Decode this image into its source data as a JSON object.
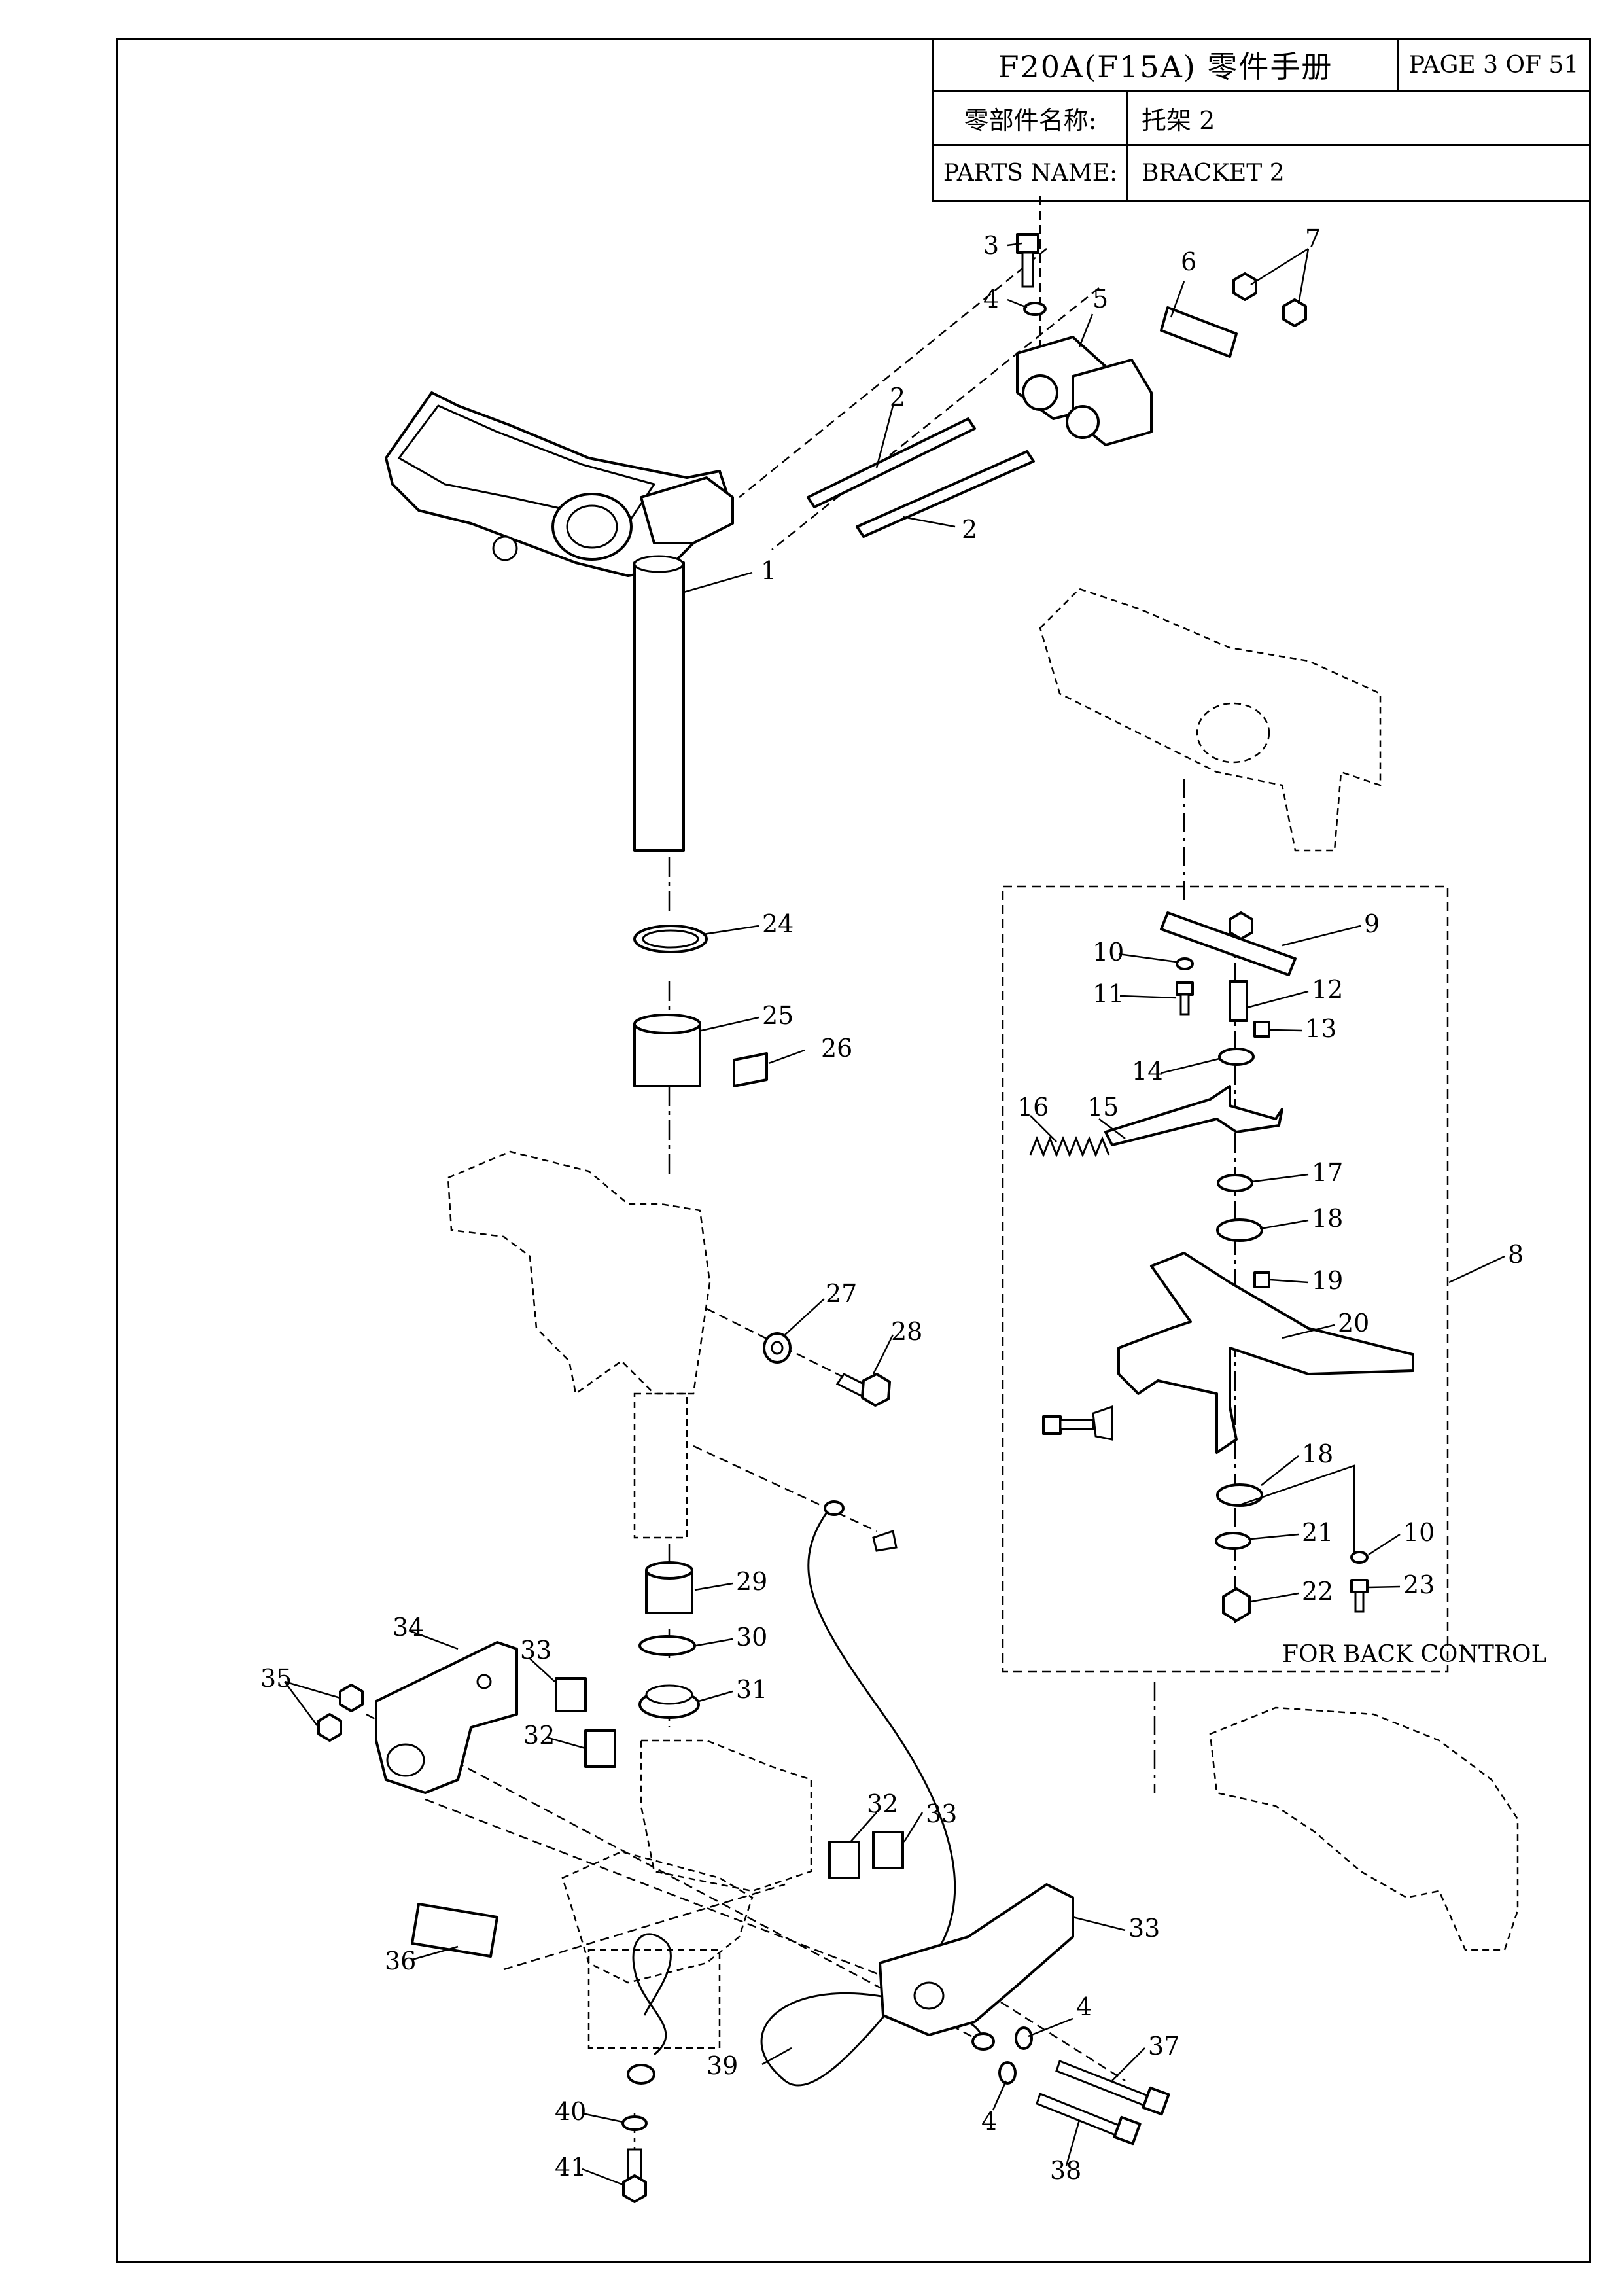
{
  "title_block": {
    "title": "F20A(F15A) 零件手册",
    "page": "PAGE 3 OF 51",
    "name_label_cn": "零部件名称:",
    "name_value_cn": "托架 2",
    "name_label_en": "PARTS NAME:",
    "name_value_en": "BRACKET 2"
  },
  "callouts": {
    "c1": "1",
    "c2a": "2",
    "c2b": "2",
    "c3": "3",
    "c4a": "4",
    "c4b": "4",
    "c4c": "4",
    "c5": "5",
    "c6": "6",
    "c7": "7",
    "c8": "8",
    "c9": "9",
    "c10a": "10",
    "c10b": "10",
    "c11": "11",
    "c12": "12",
    "c13": "13",
    "c14": "14",
    "c15": "15",
    "c16": "16",
    "c17": "17",
    "c18a": "18",
    "c18b": "18",
    "c19": "19",
    "c20": "20",
    "c21": "21",
    "c22": "22",
    "c23": "23",
    "c24": "24",
    "c25": "25",
    "c26": "26",
    "c27": "27",
    "c28": "28",
    "c29": "29",
    "c30": "30",
    "c31": "31",
    "c32a": "32",
    "c32b": "32",
    "c33a": "33",
    "c33b": "33",
    "c33c": "33",
    "c34": "34",
    "c35": "35",
    "c36": "36",
    "c37": "37",
    "c38": "38",
    "c39": "39",
    "c40": "40",
    "c41": "41"
  },
  "back_control_note": "FOR BACK CONTROL"
}
